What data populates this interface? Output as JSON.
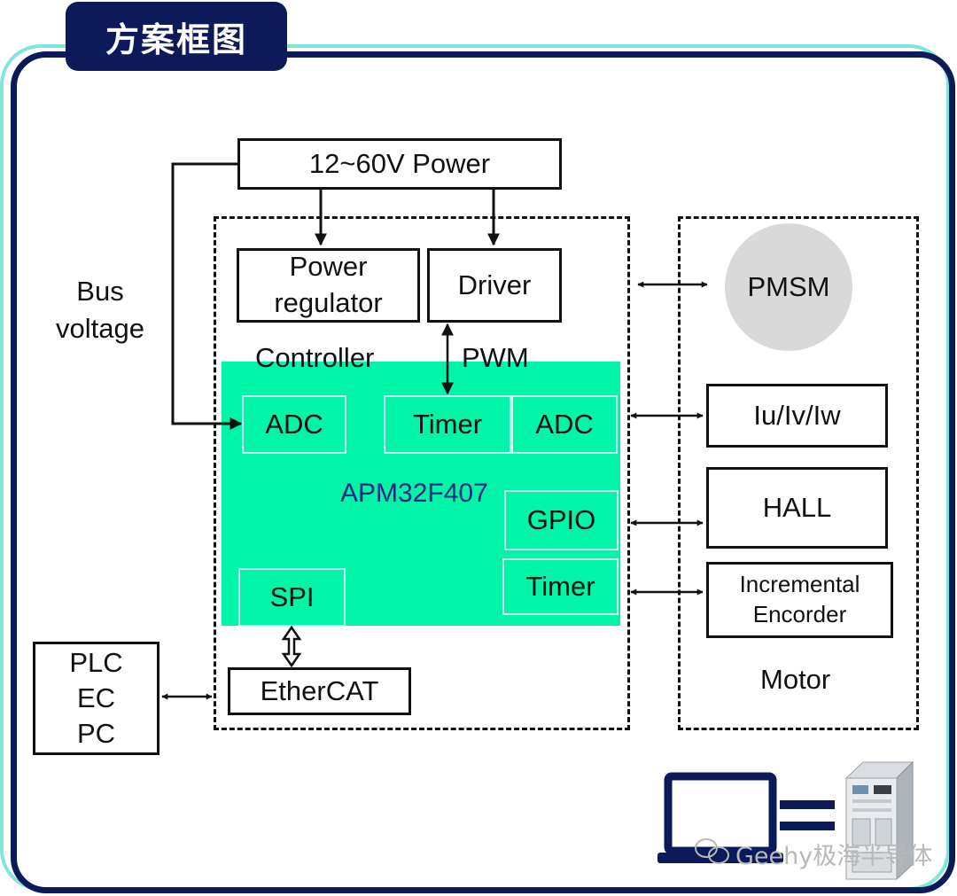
{
  "title": "方案框图",
  "power": "12~60V Power",
  "power_regulator": [
    "Power",
    "regulator"
  ],
  "driver": "Driver",
  "bus_voltage": [
    "Bus",
    "voltage"
  ],
  "controller_label": "Controller",
  "pwm_label": "PWM",
  "mcu": {
    "name": "APM32F407",
    "adc_left": "ADC",
    "timer_top": "Timer",
    "adc_right": "ADC",
    "gpio": "GPIO",
    "timer_bottom": "Timer",
    "spi": "SPI"
  },
  "ethercat": "EtherCAT",
  "host": [
    "PLC",
    "EC",
    "PC"
  ],
  "motor": {
    "pmsm": "PMSM",
    "current": "Iu/Iv/Iw",
    "hall": "HALL",
    "encoder": [
      "Incremental",
      "Encorder"
    ],
    "label": "Motor"
  },
  "watermark": "Geehy极海半导体",
  "colors": {
    "navy": "#0c1a5a",
    "mint_frame": "#7fe7da",
    "mcu_green": "#00f5a8",
    "mcu_text": "#1f2a80",
    "pmsm_gray": "#d9d9d9"
  }
}
